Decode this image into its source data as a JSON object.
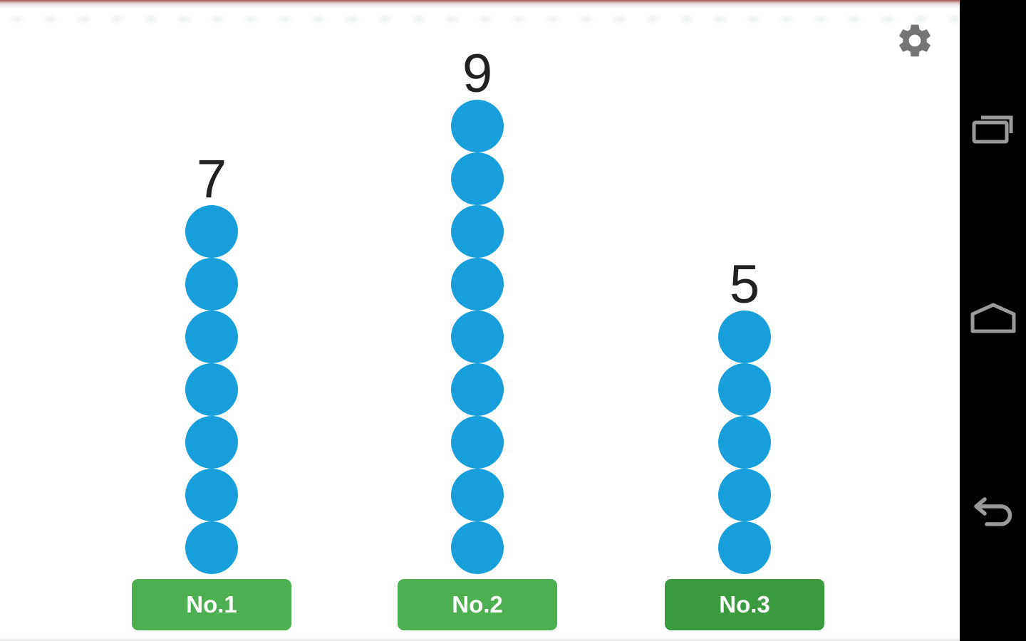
{
  "columns": [
    {
      "count": 7,
      "count_label": "7",
      "button_label": "No.1",
      "button_color": "#4caf50"
    },
    {
      "count": 9,
      "count_label": "9",
      "button_label": "No.2",
      "button_color": "#4caf50"
    },
    {
      "count": 5,
      "count_label": "5",
      "button_label": "No.3",
      "button_color": "#3a9a3e"
    }
  ],
  "colors": {
    "bead": "#189fdb",
    "number": "#212121",
    "button_text": "#ffffff",
    "navbar_bg": "#000000",
    "nav_icon": "#9a9a9a",
    "gear_icon": "#757575",
    "edge_glow": "#963737"
  },
  "icons": {
    "settings": "gear-icon",
    "recents": "recent-apps-icon",
    "home": "home-icon",
    "back": "back-icon"
  }
}
